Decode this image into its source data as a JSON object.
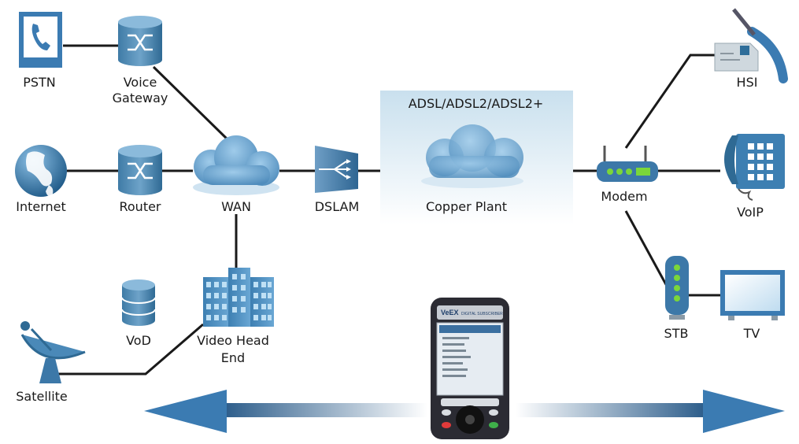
{
  "labels": {
    "pstn": "PSTN",
    "voice_gateway": "Voice Gateway",
    "internet": "Internet",
    "router": "Router",
    "wan": "WAN",
    "dslam": "DSLAM",
    "adsl": "ADSL/ADSL2/ADSL2+",
    "copper_plant": "Copper Plant",
    "modem": "Modem",
    "hsi": "HSI",
    "voip": "VoIP",
    "stb": "STB",
    "tv": "TV",
    "vod": "VoD",
    "video_head_end": "Video Head End",
    "satellite": "Satellite"
  },
  "device_screen": {
    "brand": "VeEX",
    "model": "DIGITAL SUBSCRIBER"
  },
  "colors": {
    "blue_dark": "#2f6e9a",
    "blue_mid": "#4a89b8",
    "blue_light": "#8fbfe0",
    "line": "#1a1a1a",
    "led_green": "#7bd63a"
  },
  "icons": [
    "phone-icon",
    "gateway-icon",
    "globe-icon",
    "router-icon",
    "cloud-icon",
    "dslam-icon",
    "modem-icon",
    "network-jack-icon",
    "desk-phone-icon",
    "set-top-box-icon",
    "tv-icon",
    "database-icon",
    "buildings-icon",
    "satellite-dish-icon",
    "handheld-tester-icon",
    "arrow-left-icon",
    "arrow-right-icon"
  ]
}
